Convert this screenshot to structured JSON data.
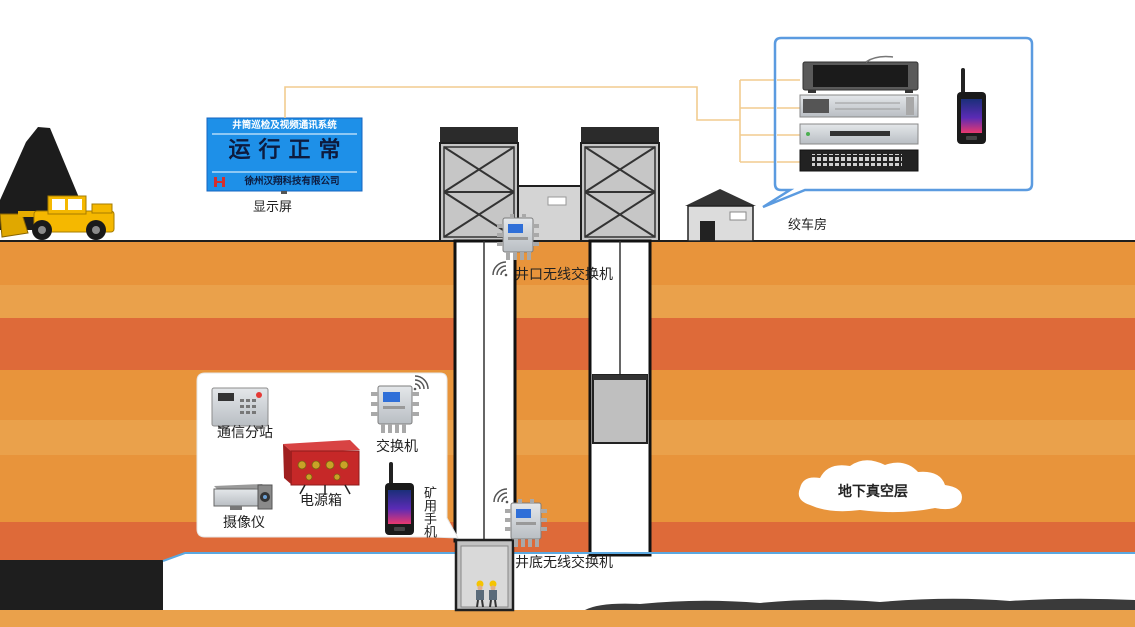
{
  "display": {
    "header": "井筒巡检及视频通讯系统",
    "status": "运行正常",
    "company": "徐州汉翔科技有限公司",
    "label": "显示屏"
  },
  "surface": {
    "winch_house_label": "绞车房",
    "equipment_icons": [
      "console-monitor-icon",
      "server-icon",
      "video-recorder-icon",
      "network-switch-icon",
      "mining-phone-icon"
    ]
  },
  "shaft": {
    "top_switch_label": "井口无线交换机",
    "bottom_switch_label": "井底无线交换机"
  },
  "underground_devices": {
    "comm_substation": "通信分站",
    "switch": "交换机",
    "power_box": "电源箱",
    "camera": "摄像仪",
    "mining_phone": "矿用手机"
  },
  "vacuum_layer": "地下真空层",
  "colors": {
    "display_screen": "#1E90E8",
    "bubble_border": "#5B9BE0",
    "connector_line": "#F2CC8F",
    "tunnel_line": "#5BA8E0",
    "strata_orange": "#E8943B",
    "strata_light": "#EAA14B",
    "strata_red": "#DE6A39",
    "power_box": "#C62828",
    "loader": "#F5B800"
  }
}
